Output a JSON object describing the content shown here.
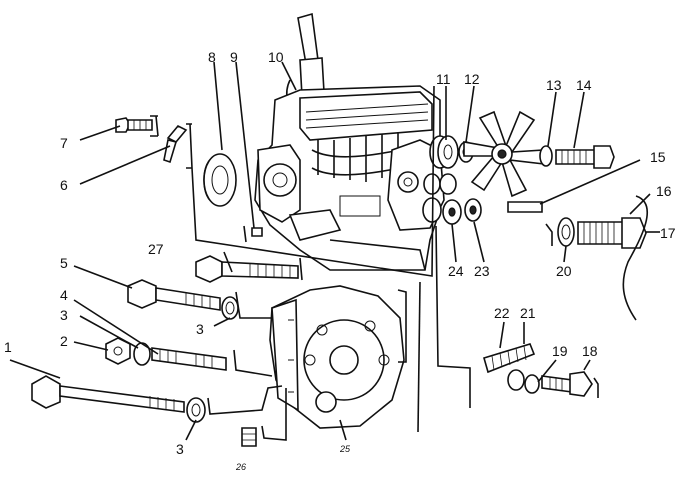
{
  "callouts": {
    "c1": "1",
    "c2": "2",
    "c3a": "3",
    "c3b": "3",
    "c3c": "3",
    "c4": "4",
    "c5": "5",
    "c6": "6",
    "c7": "7",
    "c8": "8",
    "c9": "9",
    "c10": "10",
    "c11": "11",
    "c12": "12",
    "c13": "13",
    "c14": "14",
    "c15": "15",
    "c16": "16",
    "c17": "17",
    "c18": "18",
    "c19": "19",
    "c20": "20",
    "c21": "21",
    "c22": "22",
    "c23": "23",
    "c24": "24",
    "c25": "25",
    "c26": "26",
    "c27": "27"
  }
}
